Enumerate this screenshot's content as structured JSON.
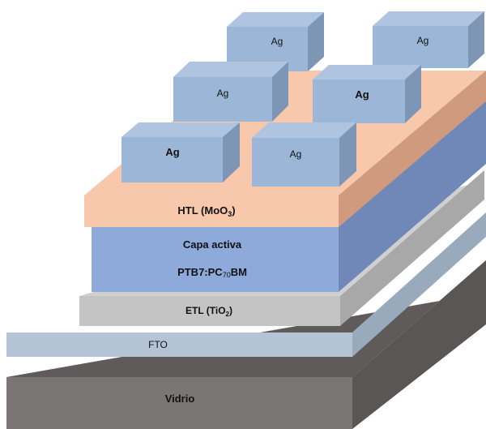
{
  "layers": {
    "vidrio": {
      "label": "Vidrio",
      "color": "#7a7676"
    },
    "fto": {
      "label": "FTO",
      "color": "#b5c3d6"
    },
    "etl": {
      "label": "ETL (TiO",
      "sub": "2",
      "tail": ")",
      "color": "#c4c4c4"
    },
    "active": {
      "label_line1": "Capa activa",
      "label_line2a": "PTB7:PC",
      "label_line2sub": "70",
      "label_line2b": "BM",
      "color": "#8eaadb"
    },
    "htl": {
      "label": "HTL (MoO",
      "sub": "3",
      "tail": ")",
      "color": "#f7c8ab"
    }
  },
  "electrodes": {
    "label": "Ag",
    "color": "#9bb6d6",
    "items": [
      {
        "id": "back-left",
        "label": "Ag",
        "bold": false
      },
      {
        "id": "back-right",
        "label": "Ag",
        "bold": false
      },
      {
        "id": "mid-left",
        "label": "Ag",
        "bold": false
      },
      {
        "id": "mid-right",
        "label": "Ag",
        "bold": true
      },
      {
        "id": "front-left",
        "label": "Ag",
        "bold": true
      },
      {
        "id": "front-right",
        "label": "Ag",
        "bold": false
      }
    ]
  }
}
